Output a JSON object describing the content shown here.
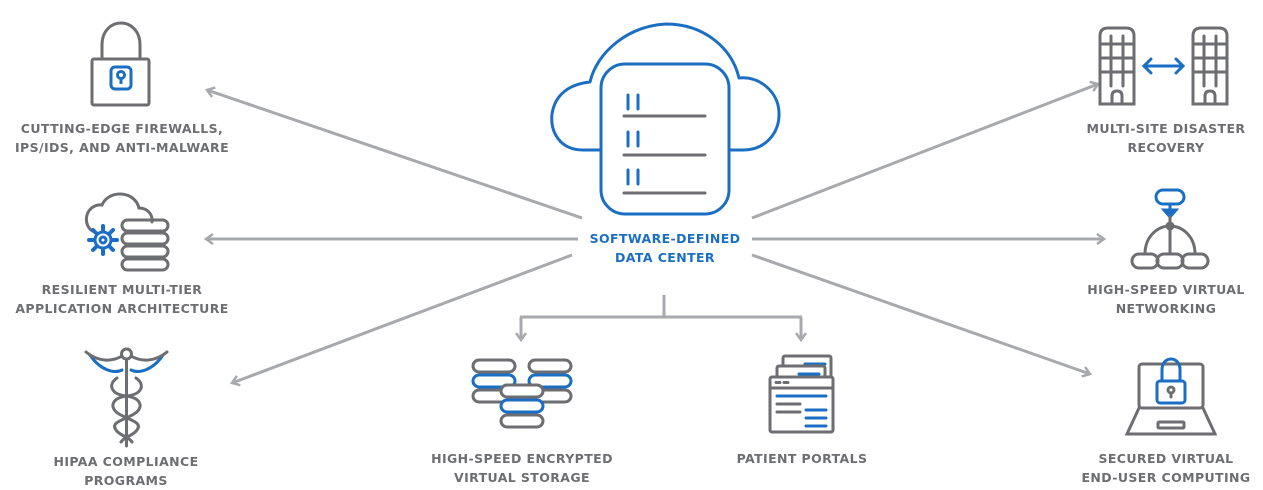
{
  "colors": {
    "gray": "#6d6e71",
    "blue": "#1a6fc4",
    "arrow": "#a7a9ac"
  },
  "center": {
    "label_line1": "SOFTWARE-DEFINED",
    "label_line2": "DATA CENTER",
    "icon": "cloud-server-icon"
  },
  "nodes": {
    "firewalls": {
      "line1": "CUTTING-EDGE FIREWALLS,",
      "line2": "IPS/IDS, AND ANTI-MALWARE",
      "icon": "padlock-icon"
    },
    "architecture": {
      "line1": "RESILIENT MULTI-TIER",
      "line2": "APPLICATION ARCHITECTURE",
      "icon": "cloud-gear-database-icon"
    },
    "hipaa": {
      "line1": "HIPAA COMPLIANCE",
      "line2": "PROGRAMS",
      "icon": "caduceus-icon"
    },
    "storage": {
      "line1": "HIGH-SPEED ENCRYPTED",
      "line2": "VIRTUAL STORAGE",
      "icon": "database-stack-icon"
    },
    "portals": {
      "line1": "PATIENT PORTALS",
      "icon": "browser-windows-icon"
    },
    "recovery": {
      "line1": "MULTI-SITE DISASTER",
      "line2": "RECOVERY",
      "icon": "buildings-sync-icon"
    },
    "networking": {
      "line1": "HIGH-SPEED VIRTUAL",
      "line2": "NETWORKING",
      "icon": "network-tree-icon"
    },
    "computing": {
      "line1": "SECURED VIRTUAL",
      "line2": "END-USER COMPUTING",
      "icon": "laptop-lock-icon"
    }
  }
}
